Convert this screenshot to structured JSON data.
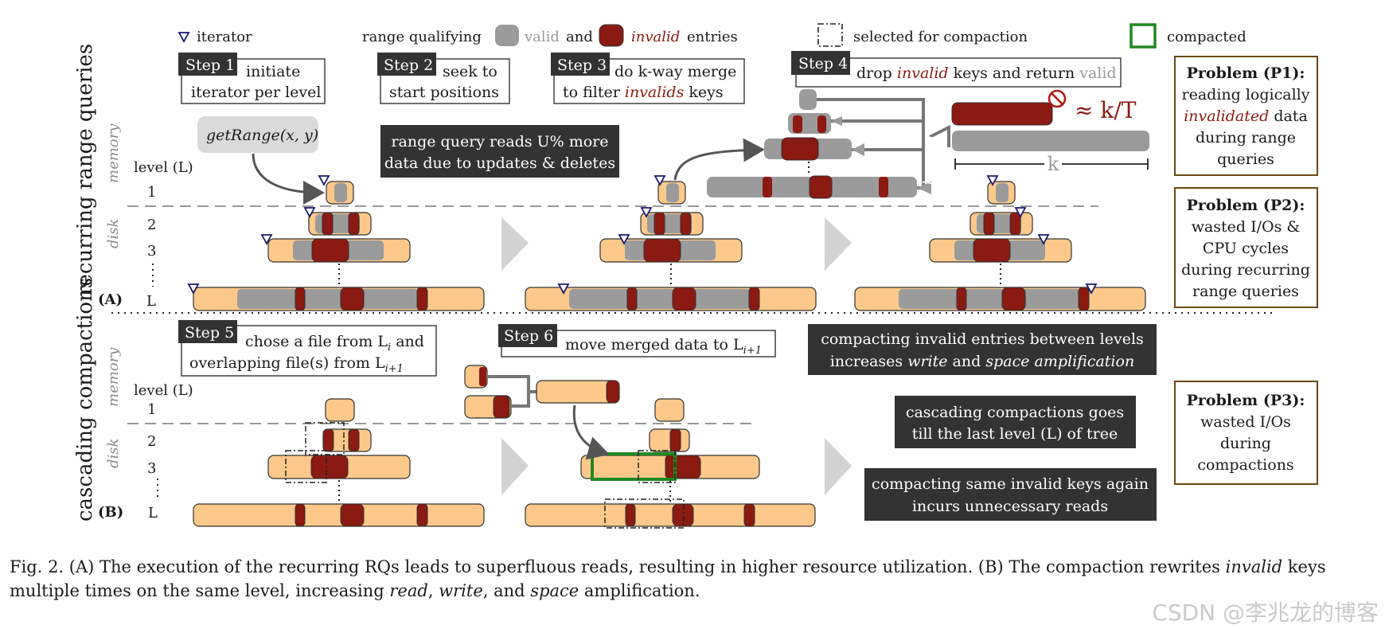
{
  "legend": {
    "iterator": "iterator",
    "range_qualifying": "range qualifying",
    "valid": "valid",
    "and": "and",
    "invalid": "invalid",
    "entries": "entries",
    "selected": "selected for compaction",
    "compacted": "compacted"
  },
  "side": {
    "top": "recurring range queries",
    "bottom": "cascading compactions",
    "a": "(A)",
    "b": "(B)",
    "memory": "memory",
    "disk": "disk",
    "level_header": "level (L)",
    "l1": "1",
    "l2": "2",
    "l3": "3",
    "lL": "L"
  },
  "steps": {
    "s1": {
      "tag": "Step 1",
      "line1": "initiate",
      "line2": "iterator per level"
    },
    "s2": {
      "tag": "Step 2",
      "line1": "seek to",
      "line2": "start positions"
    },
    "s3": {
      "tag": "Step 3",
      "line1": "do k-way merge",
      "line2_pre": "to filter ",
      "line2_it": "invalids",
      "line2_post": " keys"
    },
    "s4": {
      "tag": "Step 4",
      "pre": "drop ",
      "it": "invalid",
      "mid": " keys and return ",
      "valid": "valid"
    },
    "s5": {
      "tag": "Step 5",
      "line1": "chose a file from L",
      "sub1": "i",
      "line1_post": " and",
      "line2": "overlapping file(s) from L",
      "sub2": "i+1"
    },
    "s6": {
      "tag": "Step 6",
      "line1": "move merged data  to  L",
      "sub": "i+1"
    }
  },
  "labels": {
    "getrange": "getRange(x, y)",
    "kway": "k-way merge",
    "approx": "≈ k/T",
    "k": "k"
  },
  "notes": {
    "rq_line1": "range query reads U% more",
    "rq_line2": "data due to updates & deletes",
    "ci_line1": "compacting invalid entries between levels",
    "ci_line2_pre": "increases ",
    "ci_line2_w": "write",
    "ci_line2_mid": " and ",
    "ci_line2_s": "space amplification",
    "cc_line1": "cascading compactions goes",
    "cc_line2": "till the last level (L) of tree",
    "cs_line1": "compacting same invalid keys again",
    "cs_line2": "incurs unnecessary reads"
  },
  "problems": {
    "p1": {
      "title": "Problem (P1):",
      "l1": "reading logically",
      "l2": "invalidated",
      "l2b": " data",
      "l3": "during range",
      "l4": "queries"
    },
    "p2": {
      "title": "Problem (P2):",
      "l1": "wasted I/Os &",
      "l2": "CPU cycles",
      "l3": "during recurring",
      "l4": "range queries"
    },
    "p3": {
      "title": "Problem (P3):",
      "l1": "wasted I/Os",
      "l2": "during",
      "l3": "compactions"
    }
  },
  "caption": {
    "p1": "Fig. 2.  (A) The execution of the recurring RQs leads to superfluous reads, resulting in higher resource utilization. (B) The compaction rewrites ",
    "p1_it": "invalid",
    "p1_post": " keys",
    "p2_pre": "multiple times on the same level, increasing ",
    "read": "read",
    "c1": ", ",
    "write": "write",
    "c2": ", and ",
    "space": "space",
    "p2_post": " amplification."
  },
  "watermark": "CSDN @李兆龙的博客",
  "colors": {
    "valid": "#9b9b9b",
    "invalid": "#8b1a12",
    "file": "#fdc98a",
    "dark_box": "#333333",
    "problem_border": "#6b4a12",
    "compacted": "#1f8a1f",
    "iterator": "#1a1a6e"
  }
}
